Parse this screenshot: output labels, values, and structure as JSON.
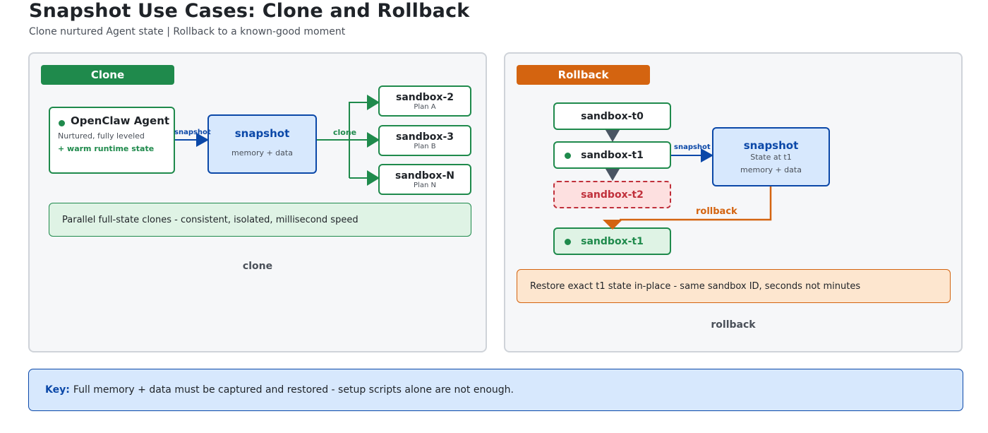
{
  "header": {
    "title": "Snapshot Use Cases: Clone and Rollback",
    "subtitle": "Clone nurtured Agent state | Rollback to a known-good moment"
  },
  "clone_panel": {
    "tag": "Clone",
    "agent": {
      "title": "OpenClaw Agent",
      "line1": "Nurtured, fully leveled",
      "line2": "+ warm runtime state"
    },
    "arrow_snapshot_label": "snapshot",
    "snapshot": {
      "title": "snapshot",
      "subtitle": "memory + data"
    },
    "arrow_clone_label": "clone",
    "sandboxes": [
      {
        "name": "sandbox-2",
        "plan": "Plan A"
      },
      {
        "name": "sandbox-3",
        "plan": "Plan B"
      },
      {
        "name": "sandbox-N",
        "plan": "Plan N"
      }
    ],
    "note": "Parallel full-state clones - consistent, isolated, millisecond speed",
    "caption": "clone"
  },
  "rollback_panel": {
    "tag": "Rollback",
    "timeline": [
      {
        "name": "sandbox-t0"
      },
      {
        "name": "sandbox-t1"
      },
      {
        "name": "sandbox-t2"
      },
      {
        "name": "sandbox-t1"
      }
    ],
    "arrow_snapshot_label": "snapshot",
    "snapshot": {
      "title": "snapshot",
      "line1": "State at t1",
      "line2": "memory + data"
    },
    "rollback_label": "rollback",
    "note": "Restore exact t1 state in-place - same sandbox ID, seconds not minutes",
    "caption": "rollback"
  },
  "key": {
    "label": "Key:",
    "text": "Full memory + data must be captured and restored - setup scripts alone are not enough."
  },
  "colors": {
    "green": "#1f8a4c",
    "blue": "#0b48a8",
    "orange": "#d46410",
    "red": "#c0303b",
    "gray_arrow": "#4a5563"
  }
}
